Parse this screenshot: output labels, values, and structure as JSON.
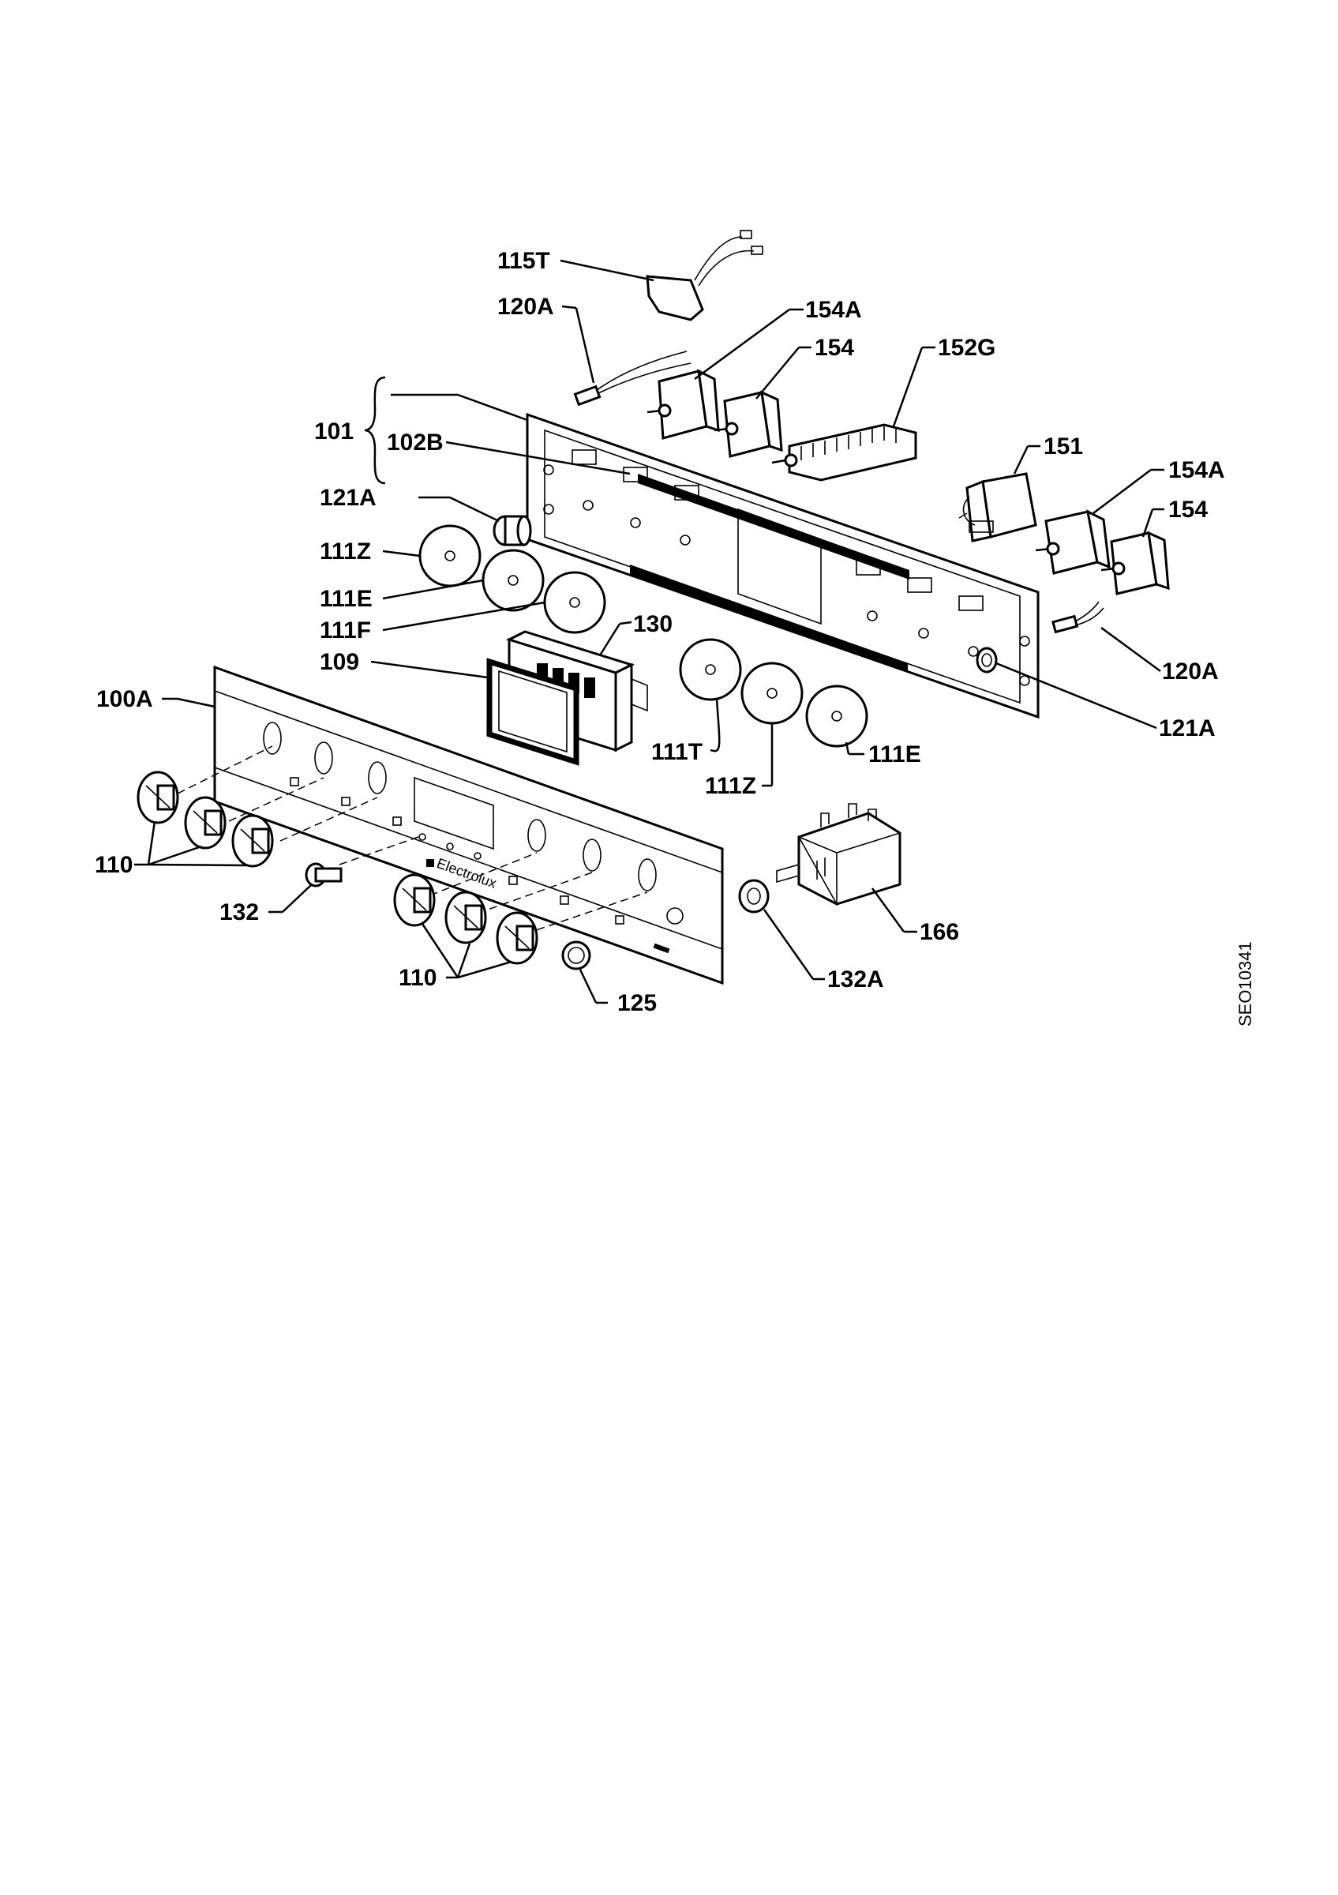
{
  "labels": {
    "l115T": "115T",
    "l120A_top": "120A",
    "l154A_top": "154A",
    "l154_top": "154",
    "l152G": "152G",
    "l101": "101",
    "l102B": "102B",
    "l121A_left": "121A",
    "l151": "151",
    "l154A_right": "154A",
    "l154_right": "154",
    "l111Z_left": "111Z",
    "l111E_left": "111E",
    "l111F": "111F",
    "l130": "130",
    "l109": "109",
    "l100A": "100A",
    "l120A_right": "120A",
    "l121A_right": "121A",
    "l111T": "111T",
    "l111E_right": "111E",
    "l111Z_right": "111Z",
    "l110_left": "110",
    "l132": "132",
    "l166": "166",
    "l110_bottom": "110",
    "l125": "125",
    "l132A": "132A"
  },
  "brand": "Electrolux",
  "doc_code": "SEO10341"
}
